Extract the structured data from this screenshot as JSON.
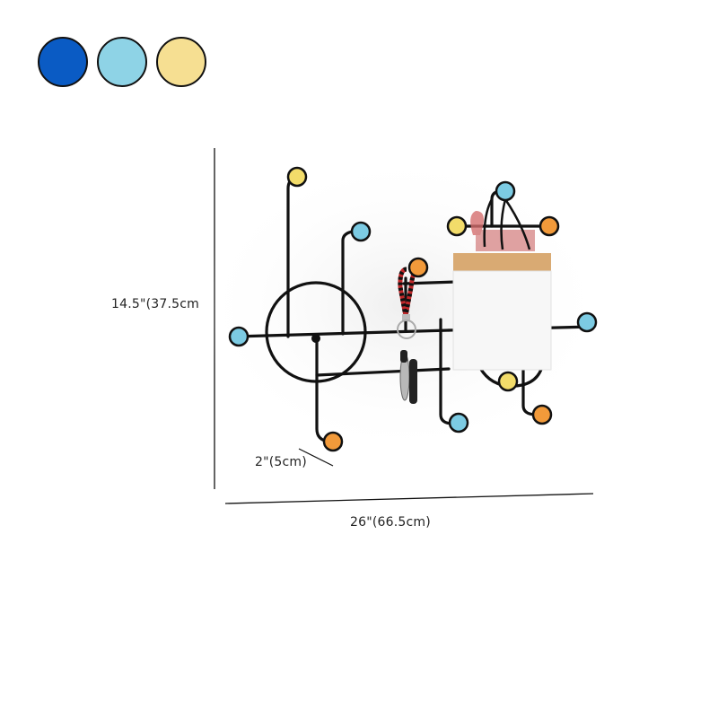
{
  "color_options": [
    {
      "name": "blue",
      "hex": "#0A5BC4"
    },
    {
      "name": "light-blue",
      "hex": "#8ED3E6"
    },
    {
      "name": "yellow",
      "hex": "#F6DF92"
    }
  ],
  "product": {
    "description": "Black metal wall-mounted coat rack with circle and grid lines and colored round hook tips",
    "wire_color": "#111111",
    "hook_colors": {
      "yellow": "#F2DC6A",
      "light_blue": "#7CCBE3",
      "orange": "#F29A3A"
    }
  },
  "dimensions": {
    "height_label": "14.5\"(37.5cm",
    "width_label": "26\"(66.5cm)",
    "depth_label": "2\"(5cm)"
  }
}
